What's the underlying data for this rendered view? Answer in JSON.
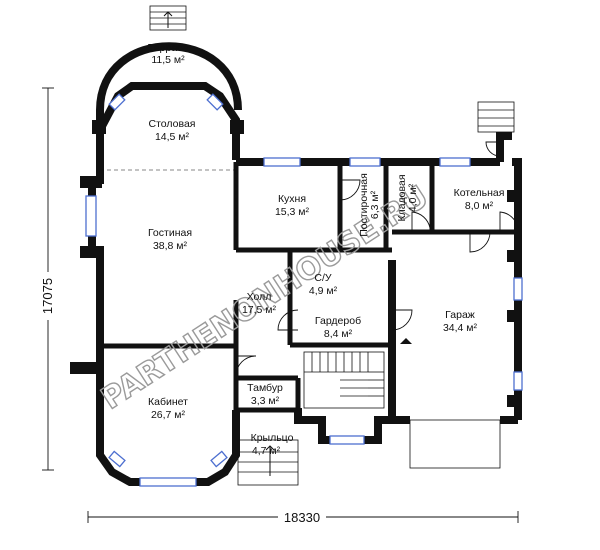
{
  "rooms": [
    {
      "id": "terrace",
      "name": "Терраса",
      "area": "11,5 м²"
    },
    {
      "id": "dining",
      "name": "Столовая",
      "area": "14,5 м²"
    },
    {
      "id": "living",
      "name": "Гостиная",
      "area": "38,8 м²"
    },
    {
      "id": "kitchen",
      "name": "Кухня",
      "area": "15,3 м²"
    },
    {
      "id": "laundry",
      "name": "Постирочная",
      "area": "6,3 м²"
    },
    {
      "id": "pantry",
      "name": "Кладовая",
      "area": "4,0 м²"
    },
    {
      "id": "boiler",
      "name": "Котельная",
      "area": "8,0 м²"
    },
    {
      "id": "wc",
      "name": "С/У",
      "area": "4,9 м²"
    },
    {
      "id": "hall",
      "name": "Холл",
      "area": "17,5 м²"
    },
    {
      "id": "wardrobe",
      "name": "Гардероб",
      "area": "8,4 м²"
    },
    {
      "id": "garage",
      "name": "Гараж",
      "area": "34,4 м²"
    },
    {
      "id": "office",
      "name": "Кабинет",
      "area": "26,7 м²"
    },
    {
      "id": "vestibule",
      "name": "Тамбур",
      "area": "3,3 м²"
    },
    {
      "id": "porch",
      "name": "Крыльцо",
      "area": "4,7 м²"
    }
  ],
  "dimensions": {
    "width": "18330",
    "height": "17075"
  },
  "watermark": "PARTHENONHOUSE.RU",
  "colors": {
    "wall": "#111111",
    "window": "#4d6fd0",
    "background": "#ffffff"
  }
}
